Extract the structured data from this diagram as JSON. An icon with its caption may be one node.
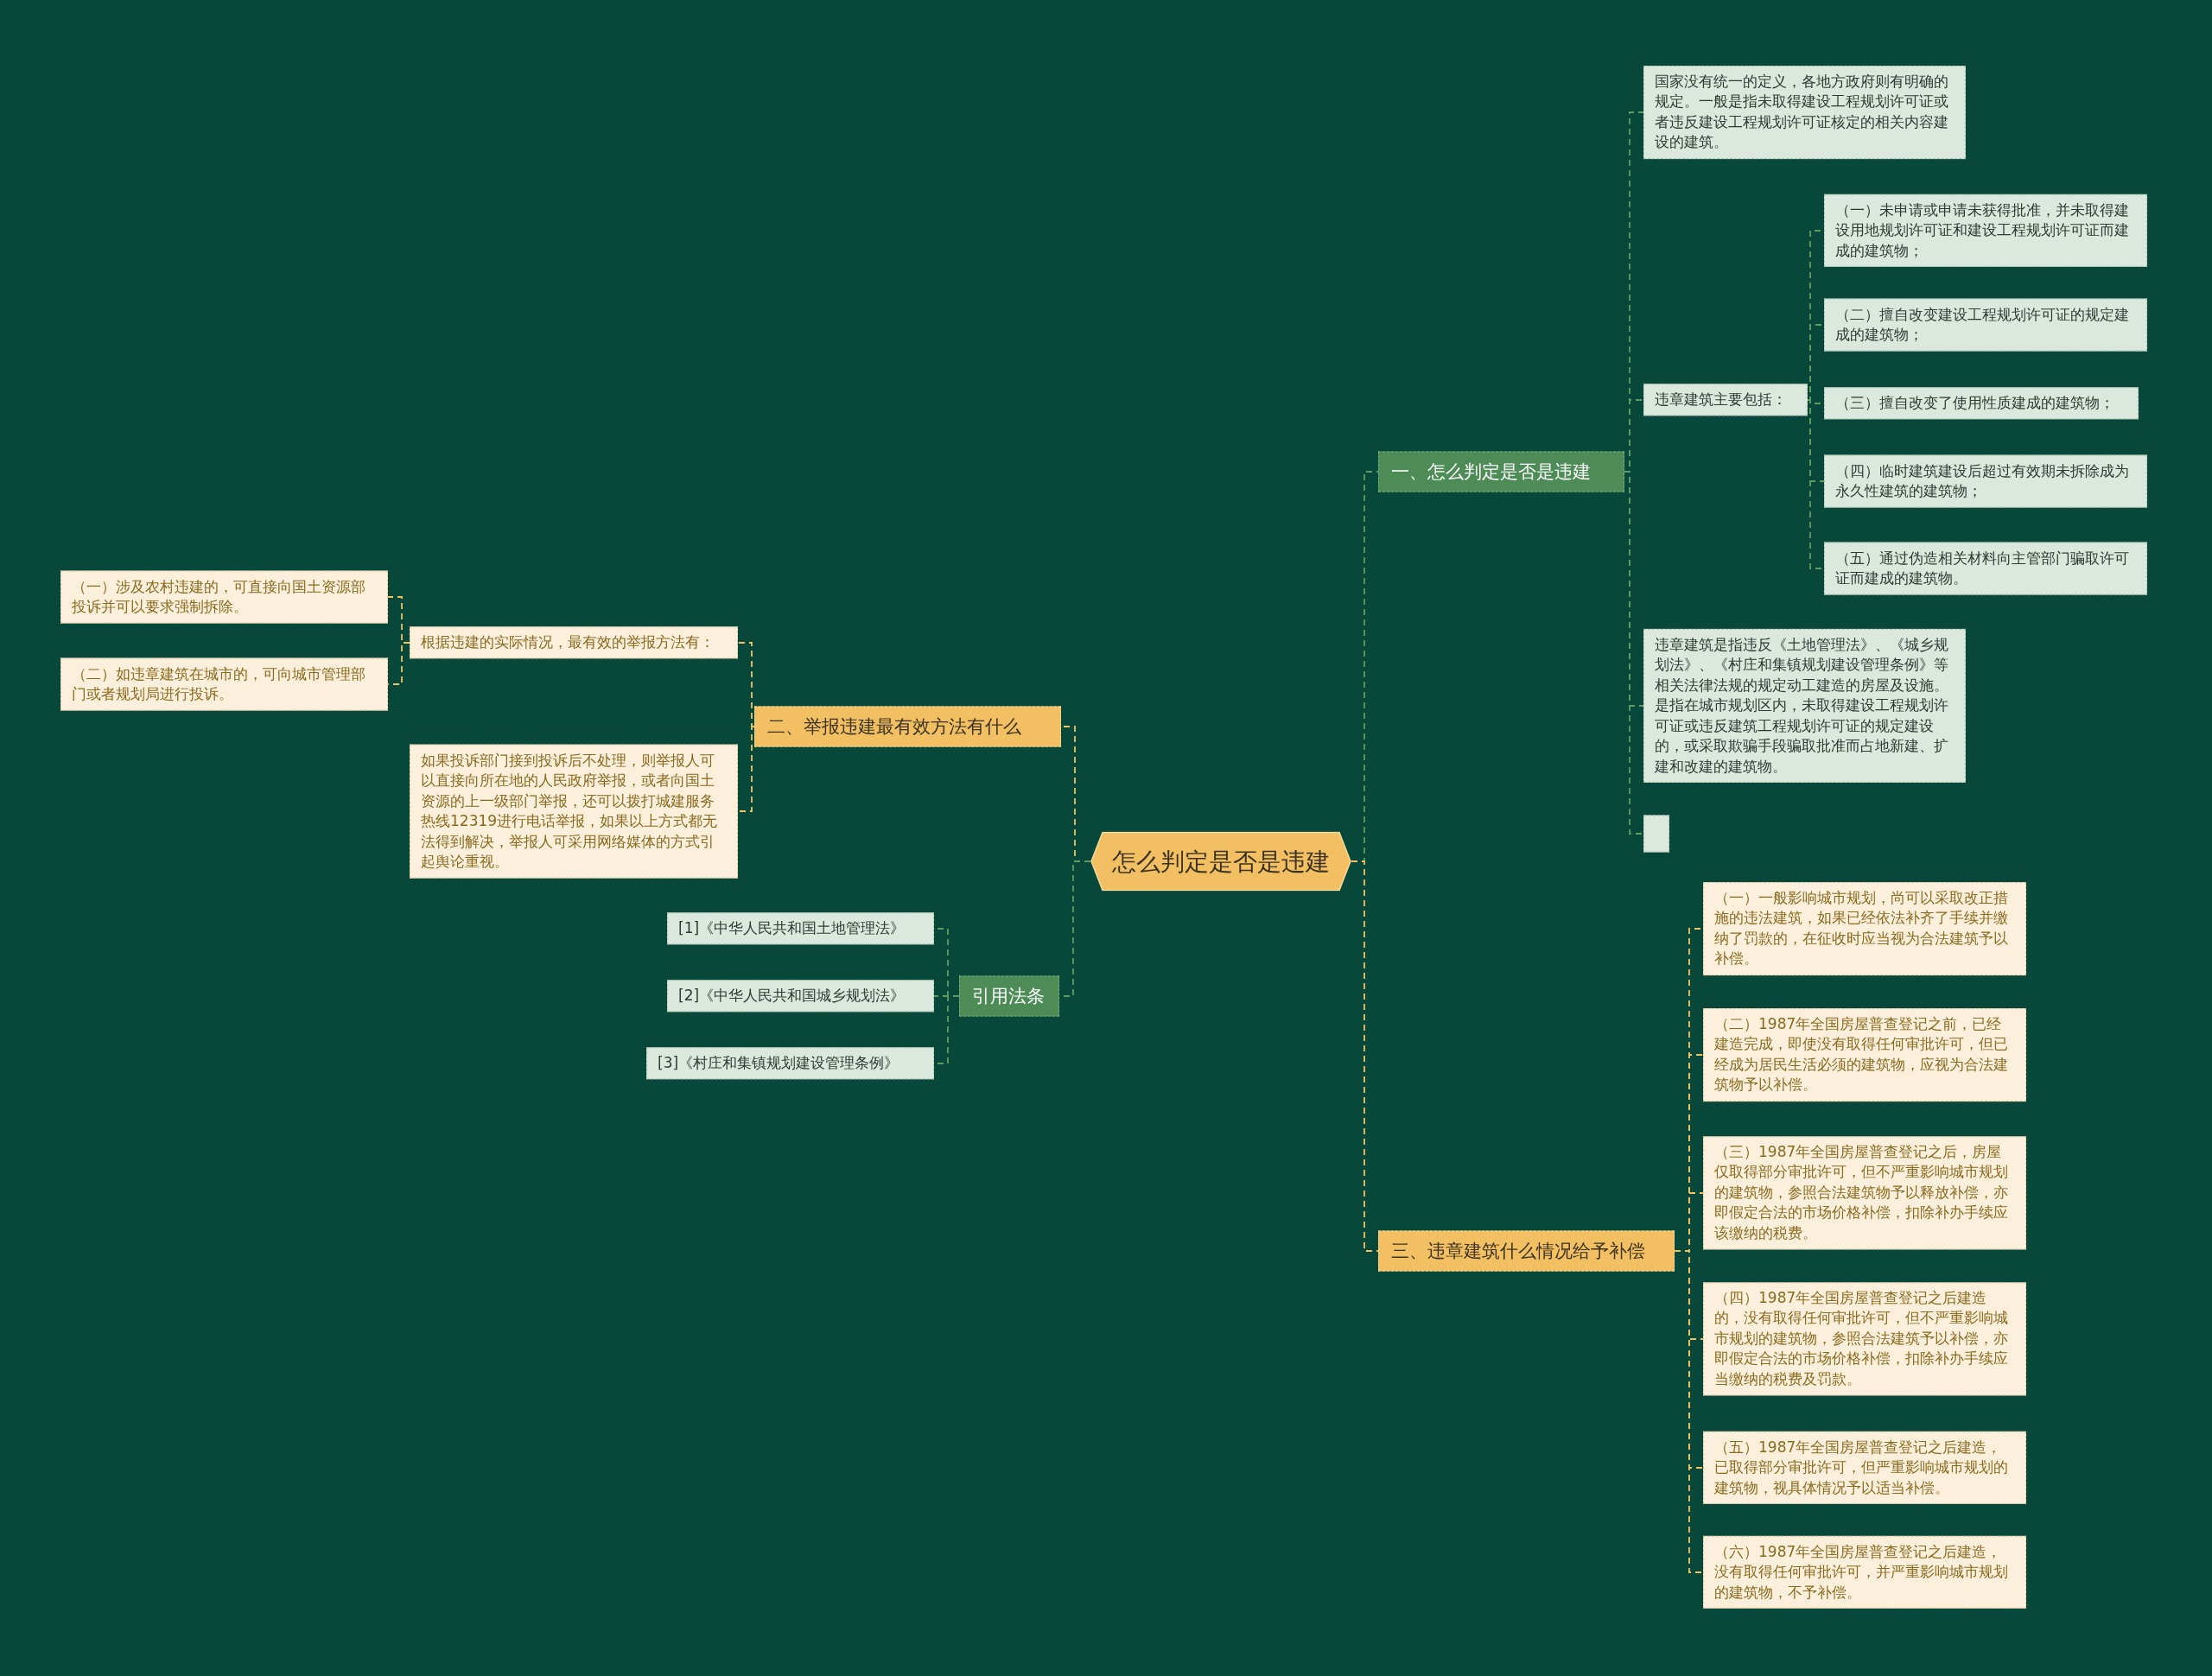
{
  "diagram": {
    "nodes": [
      {
        "text": [
          "怎么判定是否是违建"
        ]
      },
      {
        "text": [
          "一、怎么判定是否是违建"
        ]
      },
      {
        "text": [
          "国家没有统一的定义，各地方政府则有明确的规定。一般是指未取得建设工程规划许可证或者违反建设工程规划许可证核定的相关内容建设的建筑。"
        ]
      },
      {
        "text": [
          "违章建筑主要包括："
        ]
      },
      {
        "text": [
          "（一）未申请或申请未获得批准，并未取得建设用地规划许可证和建设工程规划许可证而建成的建筑物；"
        ]
      },
      {
        "text": [
          "（二）擅自改变建设工程规划许可证的规定建成的建筑物；"
        ]
      },
      {
        "text": [
          "（三）擅自改变了使用性质建成的建筑物；"
        ]
      },
      {
        "text": [
          "（四）临时建筑建设后超过有效期未拆除成为永久性建筑的建筑物；"
        ]
      },
      {
        "text": [
          "（五）通过伪造相关材料向主管部门骗取许可证而建成的建筑物。"
        ]
      },
      {
        "text": [
          "违章建筑是指违反《土地管理法》、《城乡规划法》、《村庄和集镇规划建设管理条例》等相关法律法规的规定动工建造的房屋及设施。是指在城市规划区内，未取得建设工程规划许可证或违反建筑工程规划许可证的规定建设的，或采取欺骗手段骗取批准而占地新建、扩建和改建的建筑物。"
        ]
      },
      {
        "text": [],
        "shape": "box"
      },
      {
        "text": [
          "二、举报违建最有效方法有什么"
        ]
      },
      {
        "text": [
          "根据违建的实际情况，最有效的举报方法有："
        ]
      },
      {
        "text": [
          "（一）涉及农村违建的，可直接向国土资源部投诉并可以要求强制拆除。"
        ]
      },
      {
        "text": [
          "（二）如违章建筑在城市的，可向城市管理部门或者规划局进行投诉。"
        ]
      },
      {
        "text": [
          "如果投诉部门接到投诉后不处理，则举报人可以直接向所在地的人民政府举报，或者向国土资源的上一级部门举报，还可以拨打城建服务热线12319进行电话举报，如果以上方式都无法得到解决，举报人可采用网络媒体的方式引起舆论重视。"
        ]
      },
      {
        "text": [
          "引用法条"
        ]
      },
      {
        "text": [
          "[1]《中华人民共和国土地管理法》"
        ]
      },
      {
        "text": [
          "[2]《中华人民共和国城乡规划法》"
        ]
      },
      {
        "text": [
          "[3]《村庄和集镇规划建设管理条例》"
        ]
      },
      {
        "text": [
          "三、违章建筑什么情况给予补偿"
        ]
      },
      {
        "text": [
          "（一）一般影响城市规划，尚可以采取改正措施的违法建筑，如果已经依法补齐了手续并缴纳了罚款的，在征收时应当视为合法建筑予以补偿。"
        ]
      },
      {
        "text": [
          "（二）1987年全国房屋普查登记之前，已经建造完成，即使没有取得任何审批许可，但已经成为居民生活必须的建筑物，应视为合法建筑物予以补偿。"
        ]
      },
      {
        "text": [
          "（三）1987年全国房屋普查登记之后，房屋仅取得部分审批许可，但不严重影响城市规划的建筑物，参照合法建筑物予以释放补偿，亦即假定合法的市场价格补偿，扣除补办手续应该缴纳的税费。"
        ]
      },
      {
        "text": [
          "（四）1987年全国房屋普查登记之后建造的，没有取得任何审批许可，但不严重影响城市规划的建筑物，参照合法建筑予以补偿，亦即假定合法的市场价格补偿，扣除补办手续应当缴纳的税费及罚款。"
        ]
      },
      {
        "text": [
          "（五）1987年全国房屋普查登记之后建造，已取得部分审批许可，但严重影响城市规划的建筑物，视具体情况予以适当补偿。"
        ]
      },
      {
        "text": [
          "（六）1987年全国房屋普查登记之后建造，没有取得任何审批许可，并严重影响城市规划的建筑物，不予补偿。"
        ]
      }
    ],
    "edges": [
      {
        "from": 0,
        "to": 1,
        "arrow": "none",
        "style": "dashed"
      },
      {
        "from": 1,
        "to": 2,
        "arrow": "none",
        "style": "dashed"
      },
      {
        "from": 1,
        "to": 3,
        "arrow": "none",
        "style": "dashed"
      },
      {
        "from": 3,
        "to": 4,
        "arrow": "none",
        "style": "dashed"
      },
      {
        "from": 3,
        "to": 5,
        "arrow": "none",
        "style": "dashed"
      },
      {
        "from": 3,
        "to": 6,
        "arrow": "none",
        "style": "dashed"
      },
      {
        "from": 3,
        "to": 7,
        "arrow": "none",
        "style": "dashed"
      },
      {
        "from": 3,
        "to": 8,
        "arrow": "none",
        "style": "dashed"
      },
      {
        "from": 1,
        "to": 9,
        "arrow": "none",
        "style": "dashed"
      },
      {
        "from": 1,
        "to": 10,
        "arrow": "none",
        "style": "dashed"
      },
      {
        "from": 0,
        "to": 11,
        "arrow": "none",
        "style": "dashed",
        "color": "#eec366"
      },
      {
        "from": 11,
        "to": 12,
        "arrow": "none",
        "style": "dashed",
        "color": "#eec366"
      },
      {
        "from": 12,
        "to": 13,
        "arrow": "none",
        "style": "dashed",
        "color": "#eec366"
      },
      {
        "from": 12,
        "to": 14,
        "arrow": "none",
        "style": "dashed",
        "color": "#eec366"
      },
      {
        "from": 11,
        "to": 15,
        "arrow": "none",
        "style": "dashed",
        "color": "#eec366"
      },
      {
        "from": 0,
        "to": 16,
        "arrow": "none",
        "style": "dashed"
      },
      {
        "from": 16,
        "to": 17,
        "arrow": "none",
        "style": "dashed"
      },
      {
        "from": 16,
        "to": 18,
        "arrow": "none",
        "style": "dashed"
      },
      {
        "from": 16,
        "to": 19,
        "arrow": "none",
        "style": "dashed"
      },
      {
        "from": 0,
        "to": 20,
        "arrow": "none",
        "style": "dashed",
        "color": "#eec366"
      },
      {
        "from": 20,
        "to": 21,
        "arrow": "none",
        "style": "dashed",
        "color": "#eec366"
      },
      {
        "from": 20,
        "to": 22,
        "arrow": "none",
        "style": "dashed",
        "color": "#eec366"
      },
      {
        "from": 20,
        "to": 23,
        "arrow": "none",
        "style": "dashed",
        "color": "#eec366"
      },
      {
        "from": 20,
        "to": 24,
        "arrow": "none",
        "style": "dashed",
        "color": "#eec366"
      },
      {
        "from": 20,
        "to": 25,
        "arrow": "none",
        "style": "dashed",
        "color": "#eec366"
      },
      {
        "from": 20,
        "to": 26,
        "arrow": "none",
        "style": "dashed",
        "color": "#eec366"
      }
    ]
  }
}
